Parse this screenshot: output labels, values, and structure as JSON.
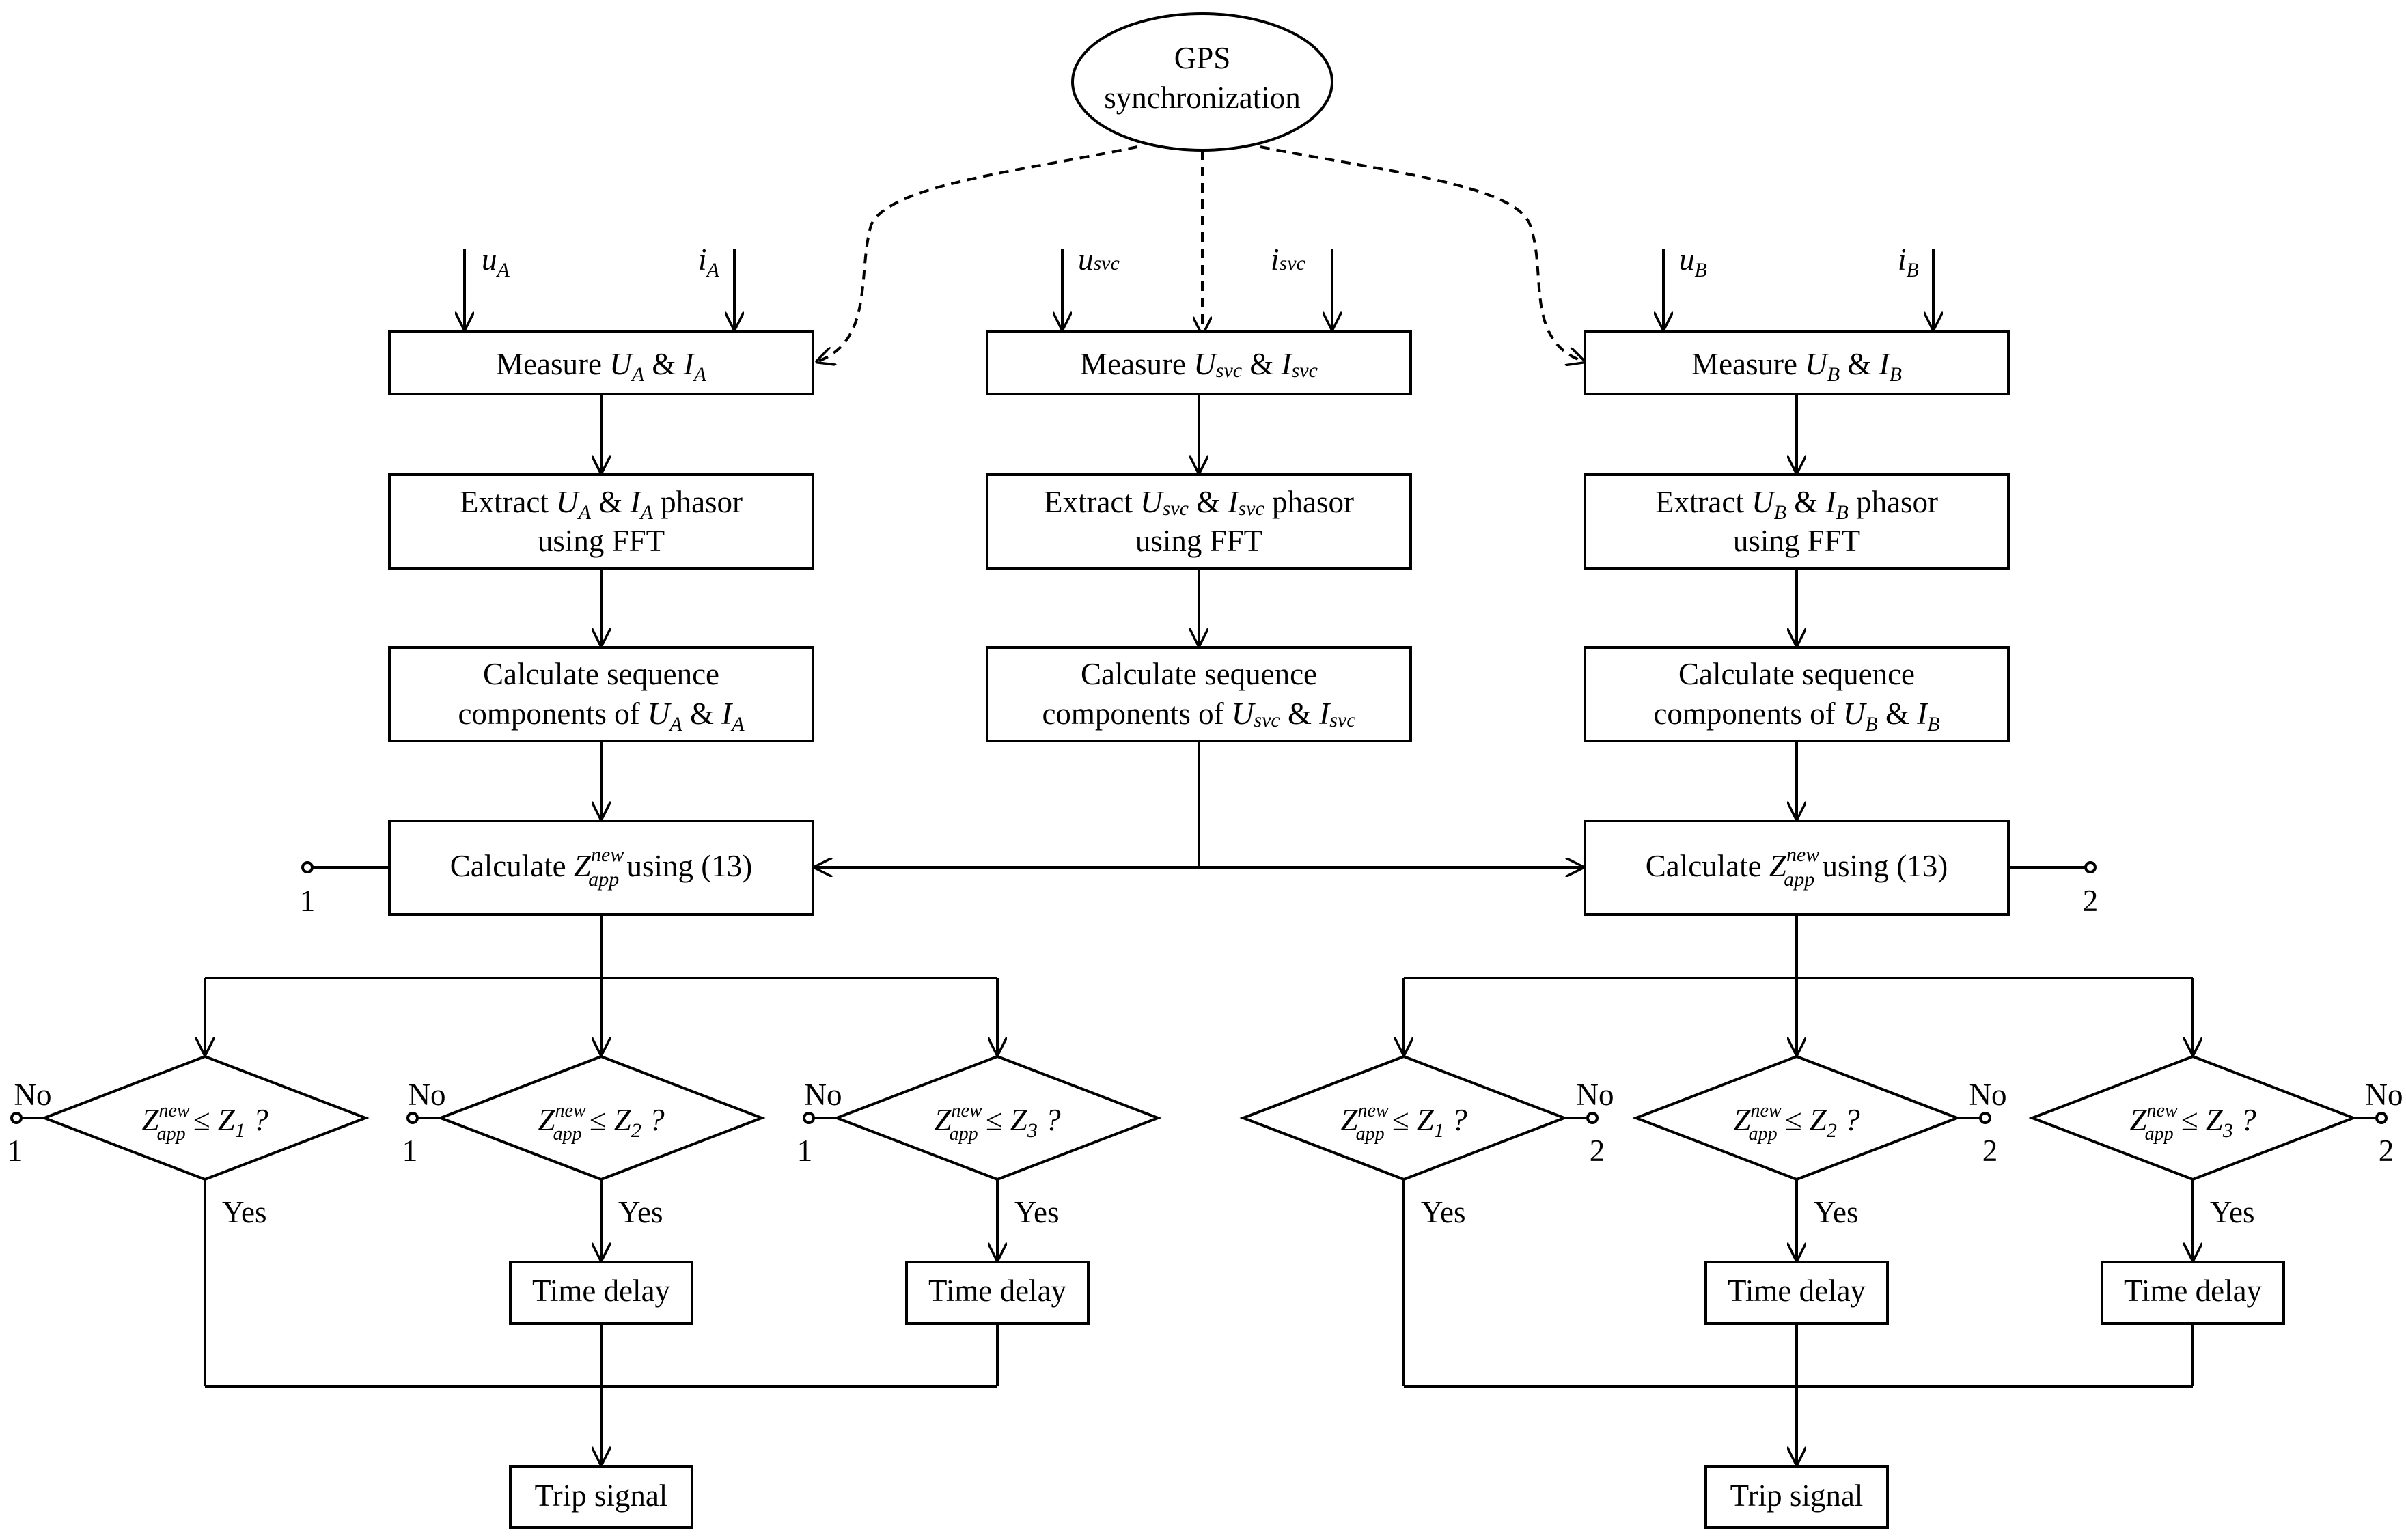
{
  "gps": {
    "line1": "GPS",
    "line2": "synchronization"
  },
  "inputs": {
    "uA": "u",
    "uA_sub": "A",
    "iA": "i",
    "iA_sub": "A",
    "usvc": "u",
    "usvc_sub": "svc",
    "isvc": "i",
    "isvc_sub": "svc",
    "uB": "u",
    "uB_sub": "B",
    "iB": "i",
    "iB_sub": "B"
  },
  "columns": {
    "A": {
      "measure": {
        "pre": "Measure ",
        "U": "U",
        "Usub": "A",
        "amp": " & ",
        "I": "I",
        "Isub": "A"
      },
      "extract": {
        "pre": "Extract ",
        "U": "U",
        "Usub": "A",
        "amp": " & ",
        "I": "I",
        "Isub": "A",
        "post": " phasor",
        "line2": "using FFT"
      },
      "sequence": {
        "line1": "Calculate sequence",
        "pre": "components of ",
        "U": "U",
        "Usub": "A",
        "amp": " & ",
        "I": "I",
        "Isub": "A"
      }
    },
    "svc": {
      "measure": {
        "pre": "Measure ",
        "U": "U",
        "Usub": "svc",
        "amp": " & ",
        "I": "I",
        "Isub": "svc"
      },
      "extract": {
        "pre": "Extract ",
        "U": "U",
        "Usub": "svc",
        "amp": " & ",
        "I": "I",
        "Isub": "svc",
        "post": " phasor",
        "line2": "using FFT"
      },
      "sequence": {
        "line1": "Calculate sequence",
        "pre": "components of ",
        "U": "U",
        "Usub": "svc",
        "amp": " & ",
        "I": "I",
        "Isub": "svc"
      }
    },
    "B": {
      "measure": {
        "pre": "Measure ",
        "U": "U",
        "Usub": "B",
        "amp": " & ",
        "I": "I",
        "Isub": "B"
      },
      "extract": {
        "pre": "Extract ",
        "U": "U",
        "Usub": "B",
        "amp": " & ",
        "I": "I",
        "Isub": "B",
        "post": " phasor",
        "line2": "using FFT"
      },
      "sequence": {
        "line1": "Calculate sequence",
        "pre": "components of ",
        "U": "U",
        "Usub": "B",
        "amp": " & ",
        "I": "I",
        "Isub": "B"
      }
    }
  },
  "calc": {
    "pre": "Calculate ",
    "Z": "Z",
    "sup": "new",
    "sub": "app",
    "post": " using (13)"
  },
  "terminals": {
    "left": "1",
    "right": "2"
  },
  "zone": {
    "Z": "Z",
    "sup": "new",
    "sub": "app",
    "le": " ≤ ",
    "q": " ?",
    "z1": "Z",
    "z1sub": "1",
    "z2": "Z",
    "z2sub": "2",
    "z3": "Z",
    "z3sub": "3"
  },
  "labels": {
    "no": "No",
    "yes": "Yes",
    "time_delay": "Time delay",
    "trip": "Trip signal"
  }
}
